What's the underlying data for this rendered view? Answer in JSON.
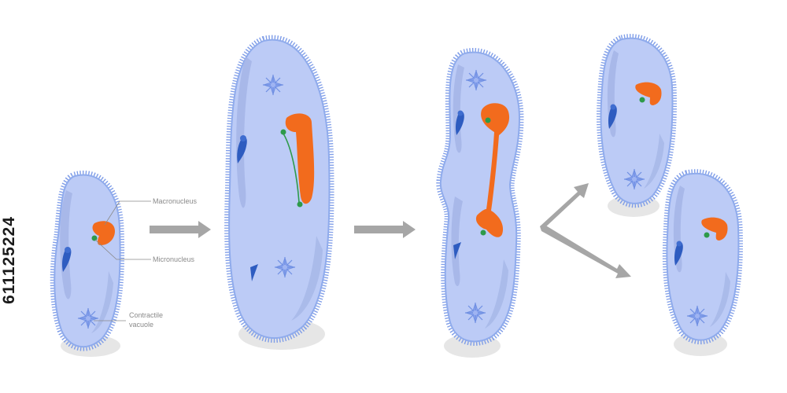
{
  "labels": {
    "macronucleus": "Macronucleus",
    "micronucleus": "Micronucleus",
    "contractile_line1": "Contractile",
    "contractile_line2": "vacuole"
  },
  "stock_id": "611125224",
  "colors": {
    "cell_fill": "#bccbf6",
    "cell_stroke": "#7f9de8",
    "cilia": "#7f9de8",
    "fold": "#a3b3e6",
    "macronucleus": "#f26b1d",
    "micronucleus": "#2e9a4a",
    "oral_groove": "#2e5cc0",
    "vacuole": "#8aa4ee",
    "shadow": "#e6e6e6",
    "arrow": "#a6a6a6",
    "label_text": "#8a8a8a"
  }
}
